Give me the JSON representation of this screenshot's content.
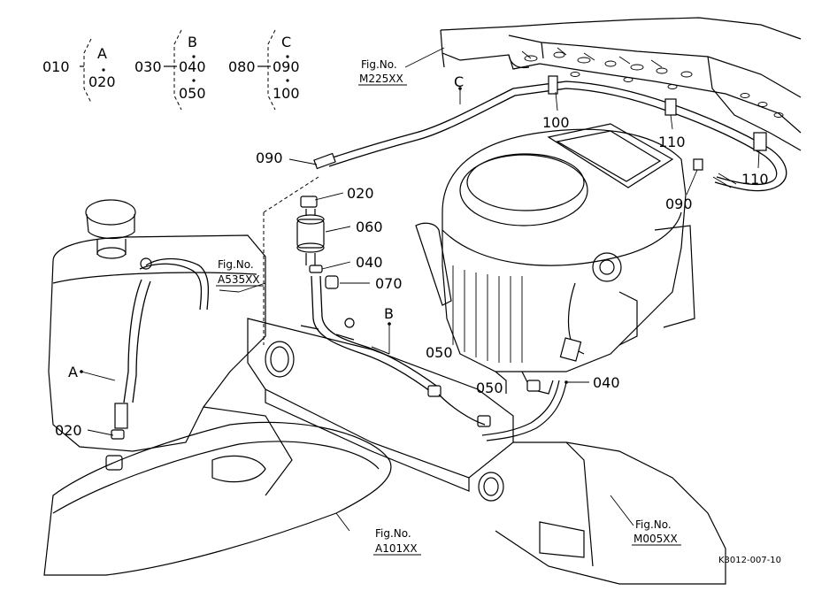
{
  "legend": {
    "g1": {
      "main": "010",
      "items": [
        "A",
        "020"
      ]
    },
    "g2": {
      "main": "030",
      "items": [
        "B",
        "040",
        "050"
      ]
    },
    "g3": {
      "main": "080",
      "items": [
        "C",
        "090",
        "100"
      ]
    }
  },
  "figrefs": {
    "m225": {
      "line1": "Fig.No.",
      "line2": "M225XX"
    },
    "a535": {
      "line1": "Fig.No.",
      "line2": "A535XX"
    },
    "a101": {
      "line1": "Fig.No.",
      "line2": "A101XX"
    },
    "m005": {
      "line1": "Fig.No.",
      "line2": "M005XX"
    }
  },
  "callouts": {
    "c_hose": "C",
    "b_hose": "B",
    "a_hose": "A",
    "p100": "100",
    "p110a": "110",
    "p110b": "110",
    "p090a": "090",
    "p090b": "090",
    "p020a": "020",
    "p060": "060",
    "p040a": "040",
    "p070": "070",
    "p050a": "050",
    "p050b": "050",
    "p040b": "040",
    "p020b": "020"
  },
  "drawing_code": "K3012-007-10"
}
